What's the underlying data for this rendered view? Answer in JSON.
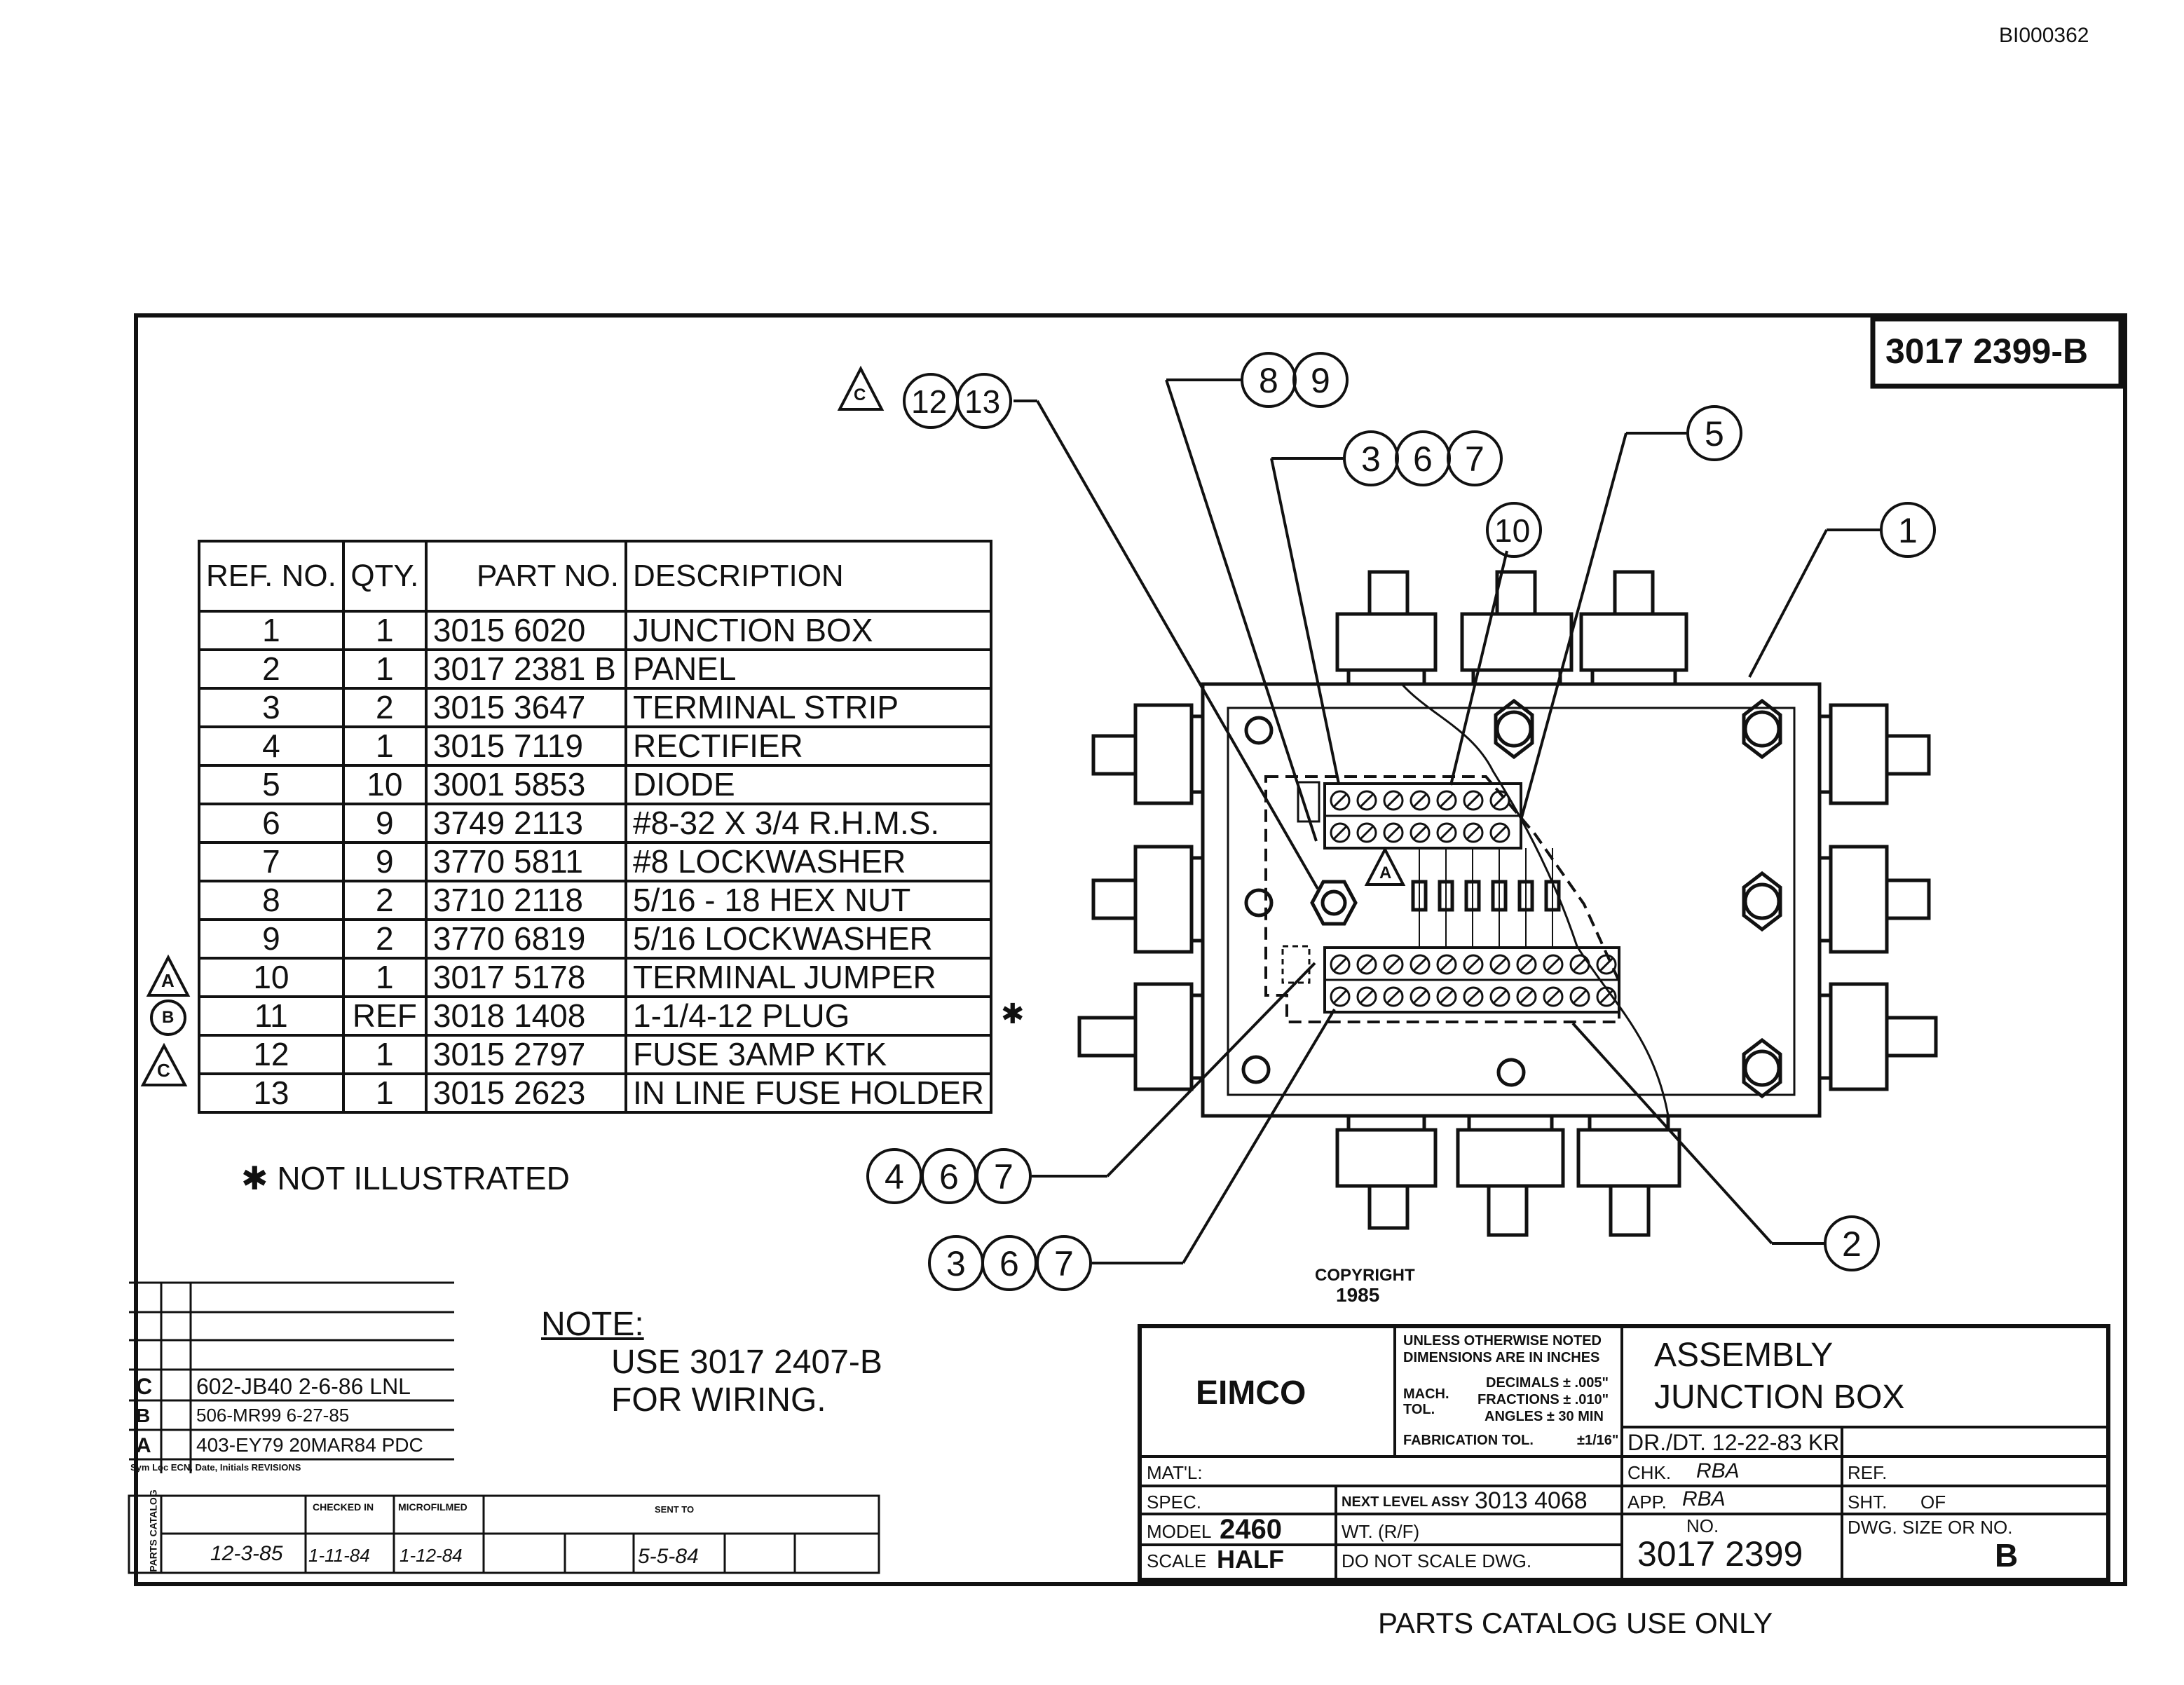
{
  "header": {
    "doc_id": "BI000362",
    "drawing_number_box": "3017 2399-B"
  },
  "parts_table": {
    "headers": {
      "ref_no": "REF. NO.",
      "qty": "QTY.",
      "part_no": "PART NO.",
      "description": "DESCRIPTION"
    },
    "rows": [
      {
        "ref": "1",
        "qty": "1",
        "part": "3015 6020",
        "desc": "JUNCTION BOX",
        "rev": ""
      },
      {
        "ref": "2",
        "qty": "1",
        "part": "3017 2381 B",
        "desc": "PANEL",
        "rev": ""
      },
      {
        "ref": "3",
        "qty": "2",
        "part": "3015 3647",
        "desc": "TERMINAL STRIP",
        "rev": ""
      },
      {
        "ref": "4",
        "qty": "1",
        "part": "3015 7119",
        "desc": "RECTIFIER",
        "rev": ""
      },
      {
        "ref": "5",
        "qty": "10",
        "part": "3001 5853",
        "desc": "DIODE",
        "rev": ""
      },
      {
        "ref": "6",
        "qty": "9",
        "part": "3749 2113",
        "desc": "#8-32 X 3/4 R.H.M.S.",
        "rev": ""
      },
      {
        "ref": "7",
        "qty": "9",
        "part": "3770 5811",
        "desc": "#8 LOCKWASHER",
        "rev": ""
      },
      {
        "ref": "8",
        "qty": "2",
        "part": "3710 2118",
        "desc": "5/16 - 18 HEX NUT",
        "rev": ""
      },
      {
        "ref": "9",
        "qty": "2",
        "part": "3770 6819",
        "desc": "5/16 LOCKWASHER",
        "rev": ""
      },
      {
        "ref": "10",
        "qty": "1",
        "part": "3017 5178",
        "desc": "TERMINAL JUMPER",
        "rev": "A"
      },
      {
        "ref": "11",
        "qty": "REF",
        "part": "3018 1408",
        "desc": "1-1/4-12 PLUG",
        "rev": "B"
      },
      {
        "ref": "12",
        "qty": "1",
        "part": "3015 2797",
        "desc": "FUSE 3AMP KTK",
        "rev": "C"
      },
      {
        "ref": "13",
        "qty": "1",
        "part": "3015 2623",
        "desc": "IN LINE FUSE HOLDER",
        "rev": ""
      }
    ],
    "row11_marker": "✱"
  },
  "not_illustrated": "✱ NOT ILLUSTRATED",
  "note": {
    "heading": "NOTE:",
    "line1": "USE 3017 2407-B",
    "line2": "FOR WIRING."
  },
  "copyright": {
    "line1": "COPYRIGHT",
    "line2": "1985"
  },
  "callouts": {
    "c1": "1",
    "c2": "2",
    "c5": "5",
    "c10": "10",
    "c8": "8",
    "c9": "9",
    "c3a": "3",
    "c6a": "6",
    "c7a": "7",
    "c12": "12",
    "c13": "13",
    "tri_c": "C",
    "c4": "4",
    "c6b": "6",
    "c7b": "7",
    "c3c": "3",
    "c6c": "6",
    "c7c": "7",
    "tri_a": "A"
  },
  "revisions": {
    "rows": [
      {
        "letter": "C",
        "text": "602-JB40 2-6-86 LNL"
      },
      {
        "letter": "B",
        "text": "506-MR99 6-27-85"
      },
      {
        "letter": "A",
        "text": "403-EY79 20MAR84 PDC"
      }
    ],
    "header_text": "Sym  Loc  ECN, Date, Initials  REVISIONS"
  },
  "catalog_strip": {
    "label": "PARTS CATALOG",
    "checked_in": "CHECKED IN",
    "microfilmed": "MICROFILMED",
    "sent_to": "SENT TO",
    "date1": "12-3-85",
    "date2": "1-11-84",
    "date3": "1-12-84",
    "date4": "5-5-84"
  },
  "title_block": {
    "company": "EIMCO",
    "tol_line1": "UNLESS OTHERWISE NOTED",
    "tol_line2": "DIMENSIONS ARE IN INCHES",
    "mach_tol": "MACH. TOL.",
    "decimals": "DECIMALS ± .005\"",
    "fractions": "FRACTIONS ± .010\"",
    "angles": "ANGLES ± 30 MIN",
    "fab_tol": "FABRICATION TOL.",
    "fab_tol_val": "±1/16\"",
    "title1": "ASSEMBLY",
    "title2": "JUNCTION BOX",
    "dr_dt": "DR./DT. 12-22-83 KR",
    "matl": "MAT'L:",
    "chk": "CHK.",
    "chk_val": "RBA",
    "ref": "REF.",
    "spec": "SPEC.",
    "next_level": "NEXT LEVEL ASSY",
    "next_level_val": "3013 4068",
    "app": "APP.",
    "app_val": "RBA",
    "sht": "SHT.",
    "of": "OF",
    "model_label": "MODEL",
    "model_val": "2460",
    "wt": "WT. (R/F)",
    "no_label": "NO.",
    "dwg_size_label": "DWG. SIZE OR NO.",
    "scale_label": "SCALE",
    "scale_val": "HALF",
    "do_not_scale": "DO NOT SCALE DWG.",
    "dwg_no": "3017 2399",
    "dwg_size": "B"
  },
  "footer": "PARTS CATALOG USE ONLY"
}
